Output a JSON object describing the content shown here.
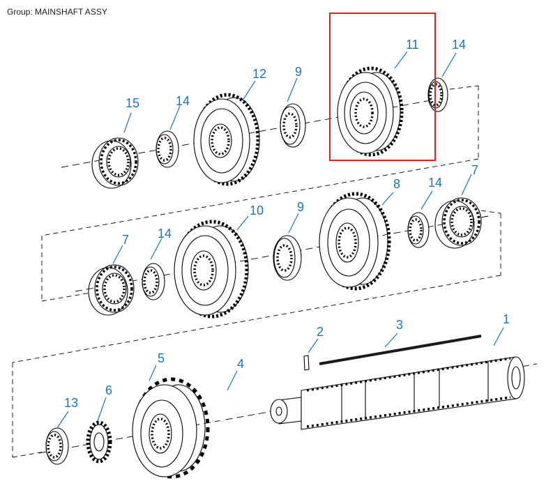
{
  "header": {
    "group_title": "Group: MAINSHAFT ASSY"
  },
  "parts": [
    {
      "id": "1",
      "label": "1"
    },
    {
      "id": "2",
      "label": "2"
    },
    {
      "id": "3",
      "label": "3"
    },
    {
      "id": "4",
      "label": "4"
    },
    {
      "id": "5",
      "label": "5"
    },
    {
      "id": "6",
      "label": "6"
    },
    {
      "id": "7a",
      "label": "7"
    },
    {
      "id": "7b",
      "label": "7"
    },
    {
      "id": "8",
      "label": "8"
    },
    {
      "id": "9a",
      "label": "9"
    },
    {
      "id": "9b",
      "label": "9"
    },
    {
      "id": "10",
      "label": "10"
    },
    {
      "id": "11",
      "label": "11"
    },
    {
      "id": "12",
      "label": "12"
    },
    {
      "id": "13",
      "label": "13"
    },
    {
      "id": "14a",
      "label": "14"
    },
    {
      "id": "14b",
      "label": "14"
    },
    {
      "id": "14c",
      "label": "14"
    },
    {
      "id": "14d",
      "label": "14"
    },
    {
      "id": "15",
      "label": "15"
    }
  ],
  "highlight": {
    "part": "11",
    "color": "#e02020"
  },
  "colors": {
    "callout": "#1a74b8",
    "ink": "#000000"
  }
}
